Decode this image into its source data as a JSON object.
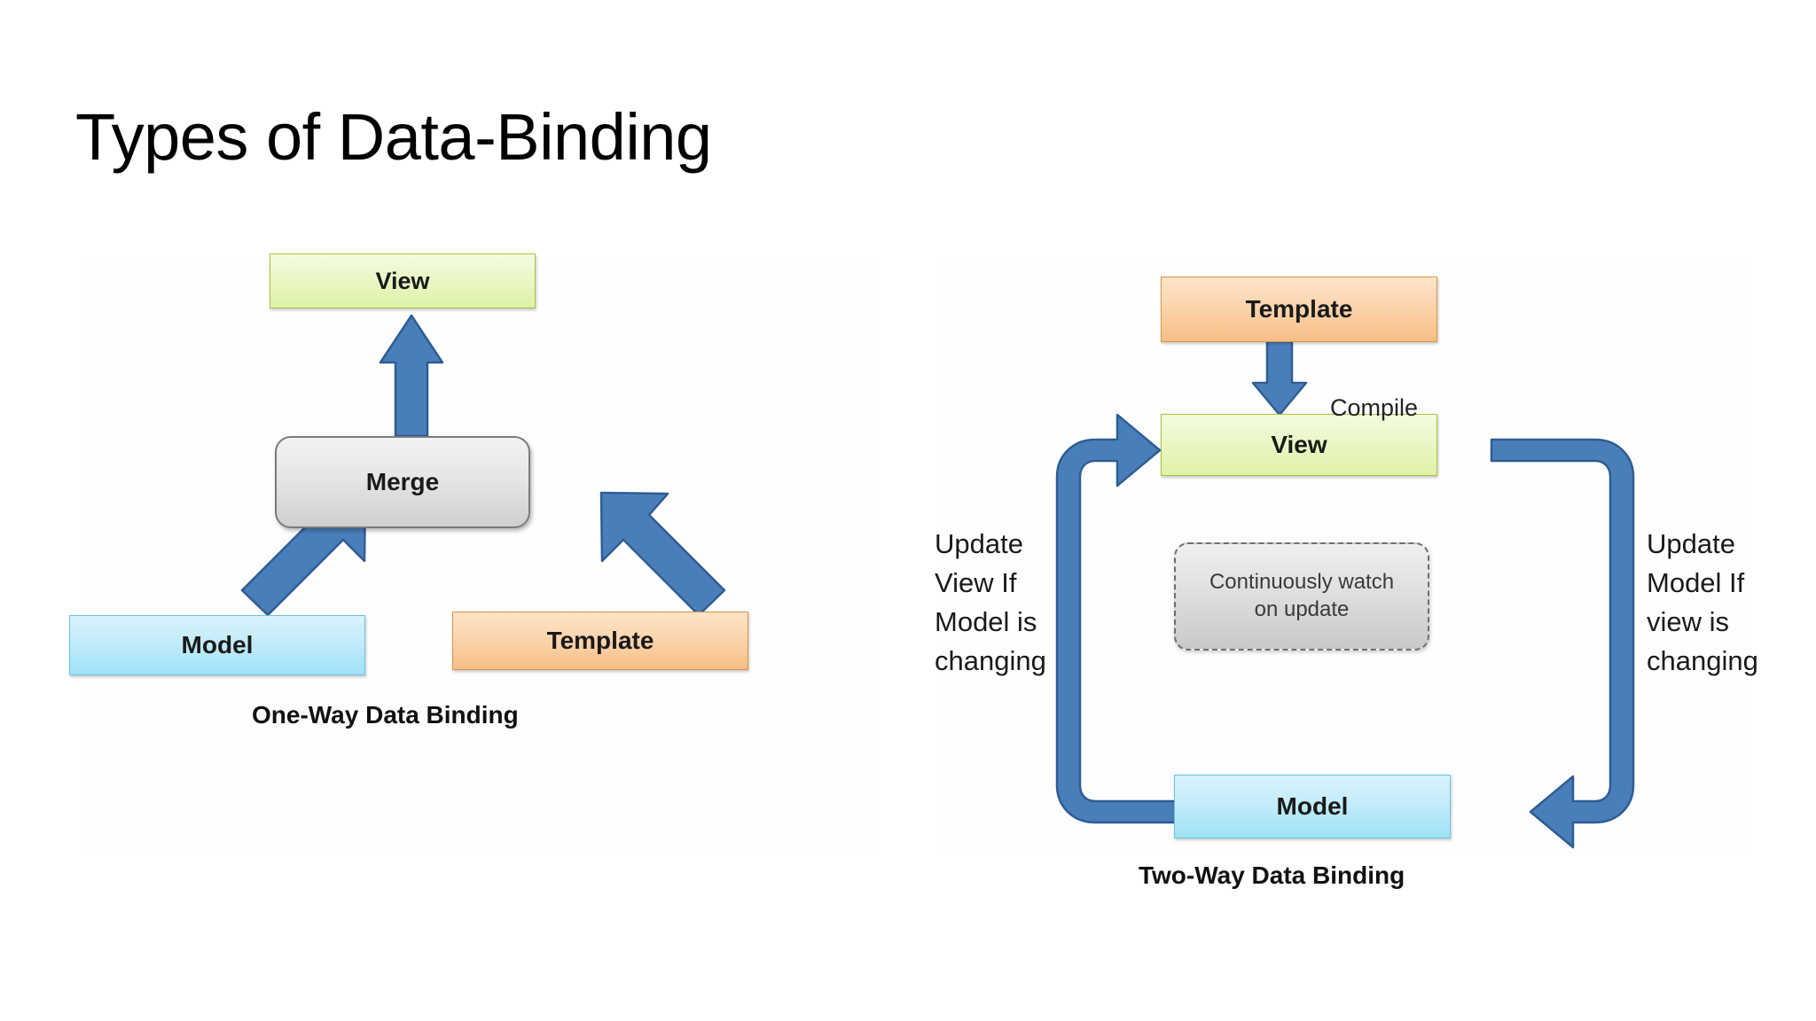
{
  "slide": {
    "title": "Types of Data-Binding",
    "background_color": "#ffffff"
  },
  "palette": {
    "view_fill": "#e6f5c0",
    "view_border": "#a9c23f",
    "template_fill": "#f9cb9c",
    "template_border": "#d9954b",
    "model_fill": "#bfeaf8",
    "model_border": "#6cc3dd",
    "merge_fill": "#e0e0e0",
    "merge_border": "#7a7a7a",
    "watch_fill": "#d8d8d8",
    "watch_border": "#6e6e6e",
    "arrow_fill": "#4a7ebb",
    "arrow_stroke": "#2e5d92",
    "text_color": "#111111"
  },
  "diagrams": [
    {
      "id": "one-way",
      "caption": "One-Way Data Binding",
      "nodes": {
        "view": "View",
        "merge": "Merge",
        "model": "Model",
        "template": "Template"
      },
      "arrows": [
        {
          "name": "model-to-merge",
          "from": "Model",
          "to": "Merge",
          "direction": "diagonal-up-right"
        },
        {
          "name": "template-to-merge",
          "from": "Template",
          "to": "Merge",
          "direction": "diagonal-up-left"
        },
        {
          "name": "merge-to-view",
          "from": "Merge",
          "to": "View",
          "direction": "up"
        }
      ]
    },
    {
      "id": "two-way",
      "caption": "Two-Way Data Binding",
      "nodes": {
        "template": "Template",
        "view": "View",
        "model": "Model",
        "watch": "Continuously watch on update",
        "watch_line1": "Continuously watch",
        "watch_line2": "on update"
      },
      "labels": {
        "compile": "Compile",
        "left_note": "Update View If Model is changing",
        "left_note_lines": [
          "Update",
          "View If",
          "Model is",
          "changing"
        ],
        "right_note": "Update Model If view is changing",
        "right_note_lines": [
          "Update",
          "Model If",
          "view is",
          "changing"
        ]
      },
      "arrows": [
        {
          "name": "template-to-view",
          "from": "Template",
          "to": "View",
          "direction": "down",
          "label": "Compile"
        },
        {
          "name": "model-to-view-loop",
          "from": "Model",
          "to": "View",
          "direction": "left-curve-up"
        },
        {
          "name": "view-to-model-loop",
          "from": "View",
          "to": "Model",
          "direction": "right-curve-down"
        }
      ]
    }
  ]
}
